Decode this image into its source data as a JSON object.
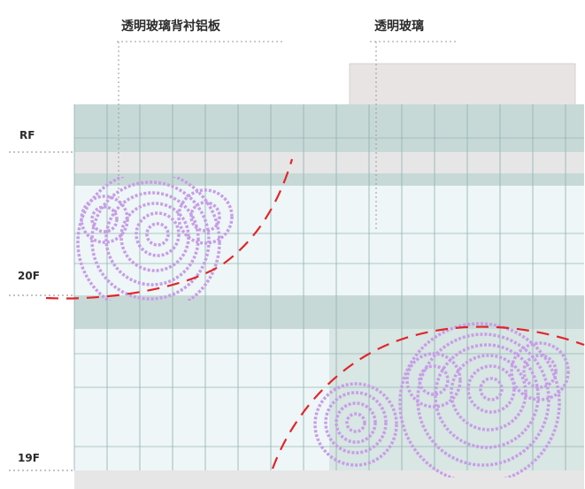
{
  "labels": {
    "backed_glass": "透明玻璃背衬铝板",
    "clear_glass": "透明玻璃"
  },
  "levels": [
    "RF",
    "20F",
    "19F"
  ],
  "colors": {
    "spandrel": "#c7d9d7",
    "glass": "#eef6f7",
    "glass_dark": "#d8e6e4",
    "mullion": "#93b4b1",
    "floor_band": "#e6e6e7",
    "parapet": "#e8e4e4",
    "flower": "#c79ee6",
    "dash_red": "#e0262b",
    "leader": "#9a9a9a"
  }
}
